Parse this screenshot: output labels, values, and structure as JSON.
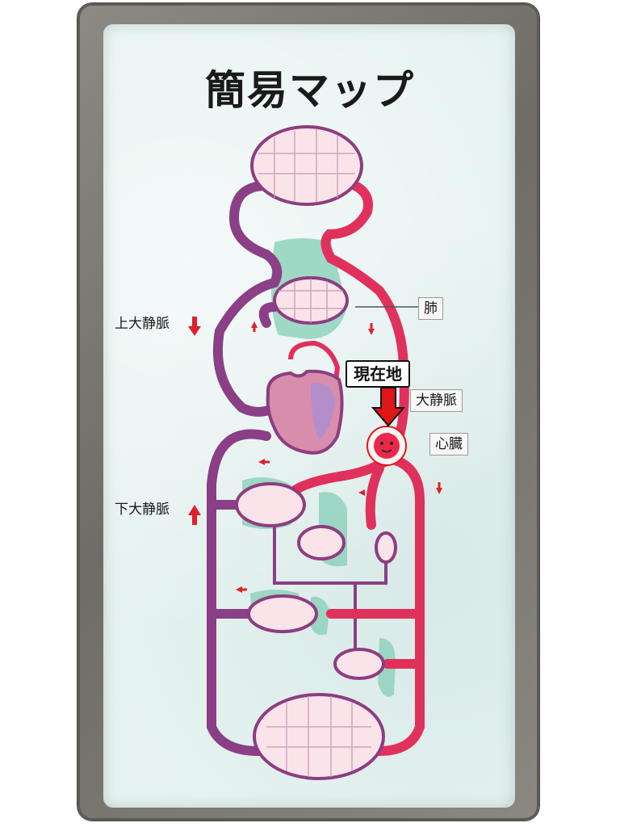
{
  "map": {
    "title": "簡易マップ",
    "current_location_label": "現在地",
    "labels": {
      "lung": "肺",
      "aorta": "大静脈",
      "heart": "心臓",
      "superior_vena_cava": "上大静脈",
      "inferior_vena_cava": "下大静脈"
    }
  },
  "colors": {
    "artery": "#e0315c",
    "vein": "#8a3f86",
    "organ_fill": "#fbe3ea",
    "organ_stroke": "#8d3d80",
    "organ_silhouette": "#8fd3bd",
    "marker_arrow": "#e01616",
    "flow_arrow": "#e0212a"
  }
}
